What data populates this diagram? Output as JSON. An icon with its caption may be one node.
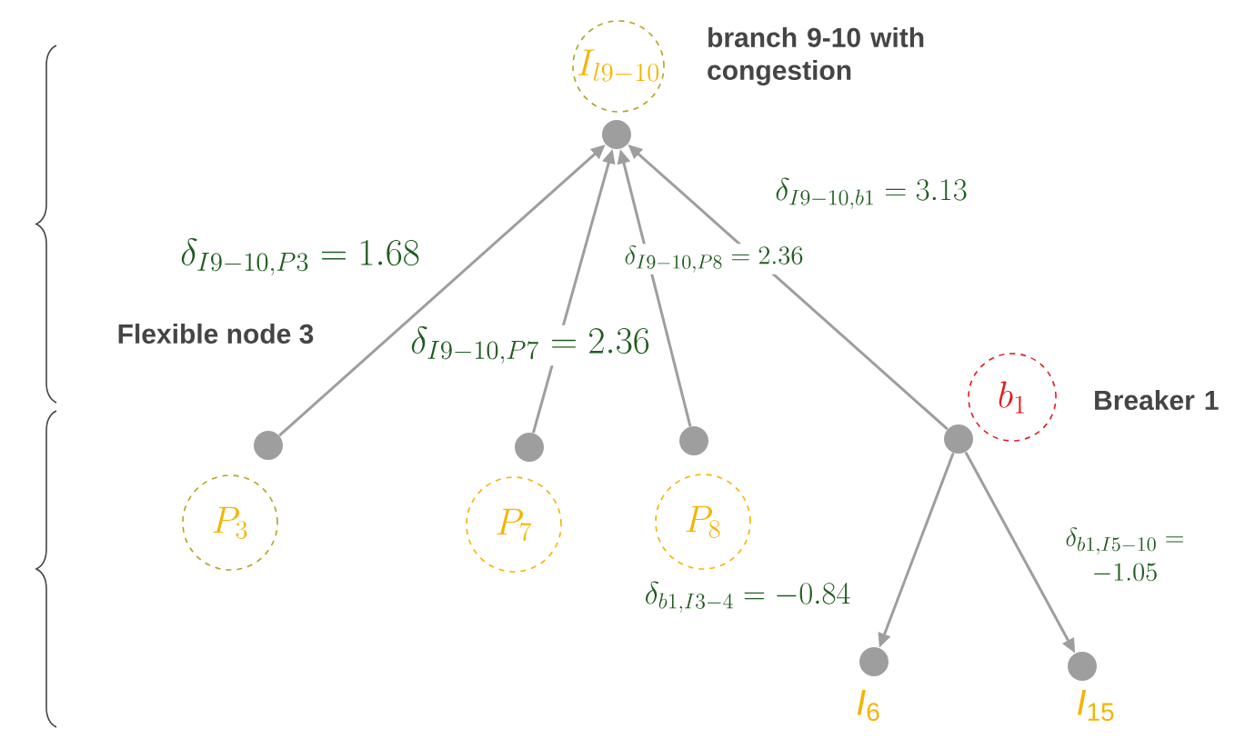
{
  "diagram": {
    "nodes": [
      {
        "text": [
          "I_{l9-10}"
        ],
        "beside": [
          "branch 9-10 with congestion"
        ]
      },
      {
        "text": [],
        "shape": "circle"
      },
      {
        "text": [
          "b_1"
        ],
        "beside": [
          "Breaker 1"
        ]
      },
      {
        "text": [],
        "shape": "circle"
      },
      {
        "text": [],
        "shape": "circle"
      },
      {
        "text": [],
        "shape": "circle"
      },
      {
        "text": [],
        "shape": "circle"
      },
      {
        "text": [
          "P_3"
        ]
      },
      {
        "text": [
          "P_7"
        ]
      },
      {
        "text": [
          "P_8"
        ]
      },
      {
        "text": [],
        "shape": "circle",
        "beside": [
          "*I*$_{6}$"
        ]
      },
      {
        "text": [],
        "shape": "circle",
        "beside": [
          "*I*$_{15}$"
        ]
      }
    ],
    "edges": [
      {
        "from": 3,
        "to": 1,
        "arrow": "to",
        "label": "\\delta_{I9-10,P3} = 1.68"
      },
      {
        "from": 4,
        "to": 1,
        "arrow": "to",
        "label": "\\delta_{I9-10,P7} = 2.36"
      },
      {
        "from": 5,
        "to": 1,
        "arrow": "to",
        "label": "\\delta_{I9-10,P8} = 2.36"
      },
      {
        "from": 6,
        "to": 1,
        "arrow": "to",
        "label": "\\delta_{I9-10,b1} = 3.13"
      },
      {
        "from": 6,
        "to": 10,
        "arrow": "to",
        "label": "\\delta_{b1,I3-4} = -0.84"
      },
      {
        "from": 6,
        "to": 11,
        "arrow": "to",
        "label": "\\begin{array}{c}\\delta_{b1,I5-10} = \\\\ -1.05\\end{array}"
      }
    ],
    "labels": [
      "Flexible node 3"
    ]
  }
}
